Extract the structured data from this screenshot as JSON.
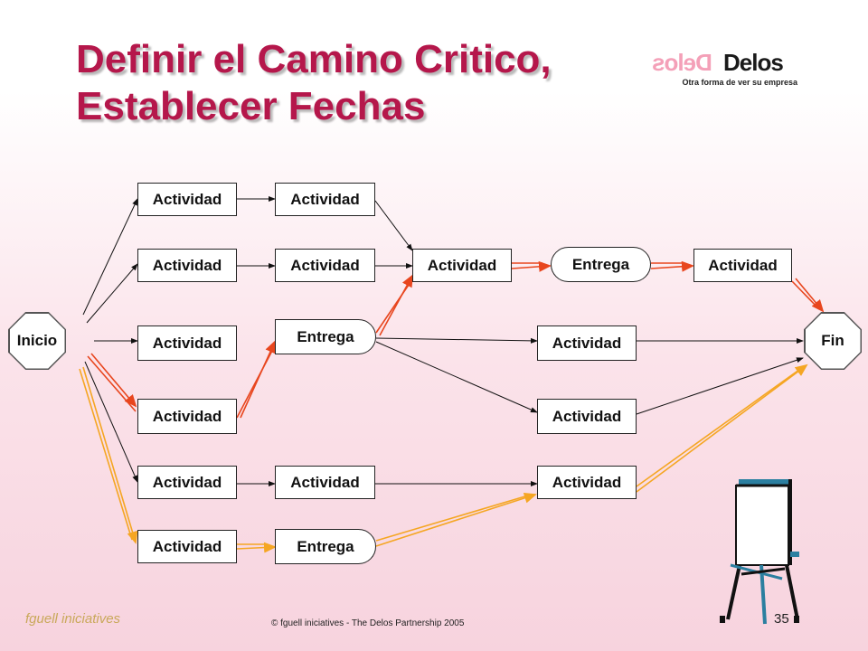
{
  "title": {
    "line1": "Definir el Camino Critico,",
    "line2": "Establecer Fechas"
  },
  "logo": {
    "mirror_text": "Delos",
    "brand_text": "Delos",
    "tagline": "Otra forma de ver su empresa"
  },
  "diagram": {
    "start": "Inicio",
    "end": "Fin",
    "activity_label": "Actividad",
    "delivery_label": "Entrega"
  },
  "colors": {
    "critical_path": "#e8461e",
    "secondary_path": "#f5a623",
    "title": "#b5174b"
  },
  "footer": {
    "brand": "fguell iniciatives",
    "copyright": "© fguell iniciatives - The Delos Partnership 2005",
    "page_number": "35"
  }
}
